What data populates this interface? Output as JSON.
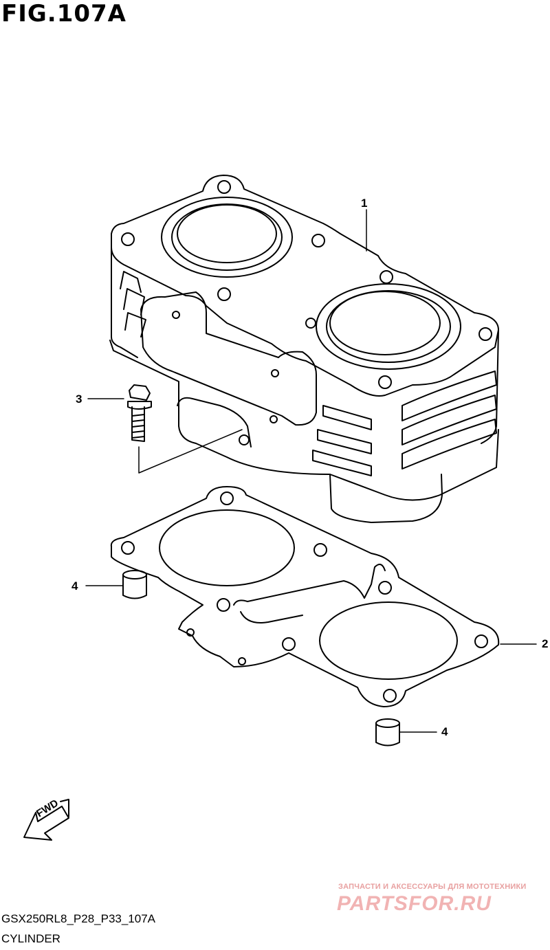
{
  "figure": {
    "title": "FIG.107A"
  },
  "callouts": {
    "c1": "1",
    "c2": "2",
    "c3": "3",
    "c4a": "4",
    "c4b": "4"
  },
  "fwd_label": "FWD",
  "footer": {
    "code": "GSX250RL8_P28_P33_107A",
    "caption": "CYLINDER"
  },
  "watermark": {
    "line": "ЗАПЧАСТИ И АКСЕССУАРЫ ДЛЯ МОТОТЕХНИКИ",
    "logo": "PARTSFOR.RU"
  }
}
